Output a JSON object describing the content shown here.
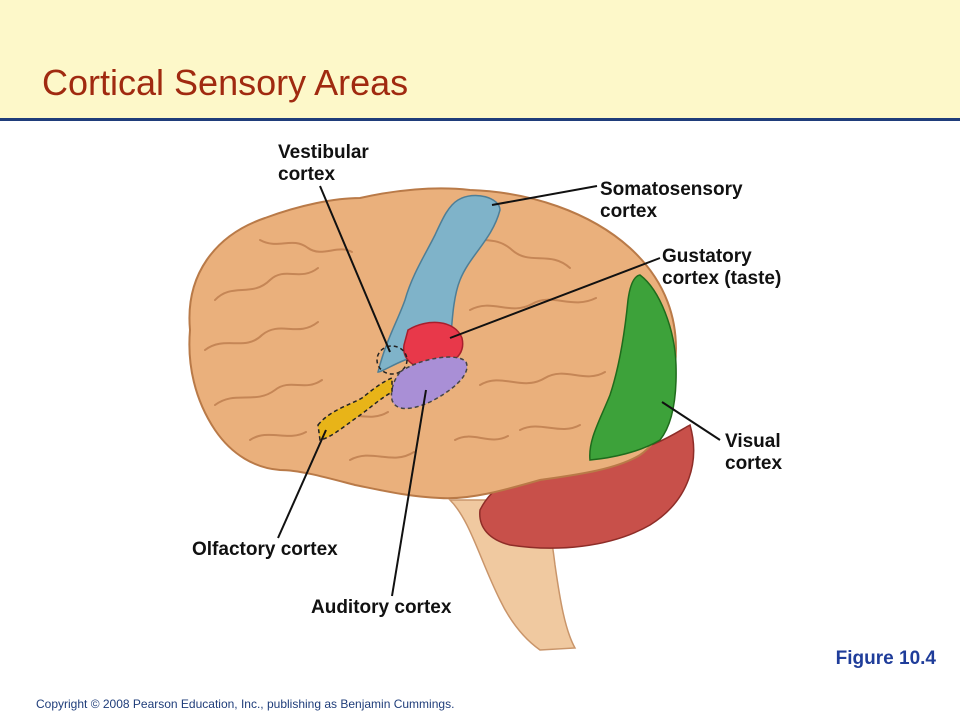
{
  "header": {
    "title": "Cortical Sensory Areas"
  },
  "labels": {
    "vestibular": [
      "Vestibular",
      "cortex"
    ],
    "somatosensory": [
      "Somatosensory",
      "cortex"
    ],
    "gustatory": [
      "Gustatory",
      "cortex (taste)"
    ],
    "visual": [
      "Visual",
      "cortex"
    ],
    "olfactory": "Olfactory cortex",
    "auditory": "Auditory cortex"
  },
  "figure_label": "Figure 10.4",
  "copyright": "Copyright © 2008 Pearson Education, Inc., publishing as Benjamin Cummings.",
  "colors": {
    "header_bg": "#fdf8c9",
    "title": "#a02a10",
    "header_rule": "#1f3d7a",
    "brain": "#eab07c",
    "somatosensory_region": "#7fb3c9",
    "gustatory_region": "#e8384a",
    "auditory_region": "#a98fd6",
    "olfactory_region": "#e8b418",
    "visual_region": "#3da23a",
    "cerebellum": "#c8504a",
    "brainstem": "#f0c9a0",
    "figure_label": "#1f3d9a"
  }
}
